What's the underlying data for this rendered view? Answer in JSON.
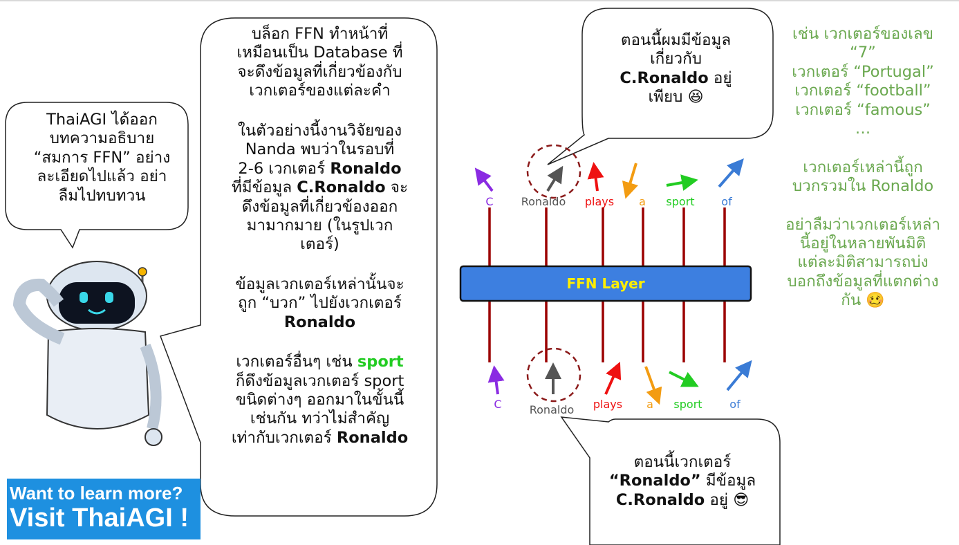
{
  "left_bubble": {
    "lines": [
      "ThaiAGI ได้ออก",
      "บทความอธิบาย",
      "“สมการ FFN” อย่าง",
      "ละเอียดไปแล้ว อย่า",
      "ลืมไปทบทวน"
    ]
  },
  "middle_bubble": {
    "p1": [
      "บล็อก FFN ทำหน้าที่",
      "เหมือนเป็น Database ที่",
      "จะดึงข้อมูลที่เกี่ยวข้องกับ",
      "เวกเตอร์ของแต่ละคำ"
    ],
    "p2": {
      "l1": "ในตัวอย่างนี้งานวิจัยของ",
      "l2": "Nanda พบว่าในรอบที่",
      "l3_pre": "2-6 เวกเตอร์ ",
      "l3_bold": "Ronaldo",
      "l4_pre": "ที่มีข้อมูล ",
      "l4_bold": "C.Ronaldo",
      "l4_post": " จะ",
      "l5": "ดึงข้อมูลที่เกี่ยวข้องออก",
      "l6": "มามากมาย (ในรูปเวก",
      "l7": "เตอร์)"
    },
    "p3": {
      "l1": "ข้อมูลเวกเตอร์เหล่านั้นจะ",
      "l2": "ถูก “บวก” ไปยังเวกเตอร์",
      "l3_bold": "Ronaldo"
    },
    "p4": {
      "l1_pre": "เวกเตอร์อื่นๆ เช่น ",
      "l1_sport": "sport",
      "l2": "ก็ดึงข้อมูลเวกเตอร์ sport",
      "l3": "ขนิดต่างๆ ออกมาในขั้นนี้",
      "l4": "เช่นกัน ทว่าไม่สำคัญ",
      "l5_pre": "เท่ากับเวกเตอร์ ",
      "l5_bold": "Ronaldo"
    }
  },
  "top_bubble": {
    "l1": "ตอนนี้ผมมีข้อมูล",
    "l2": "เกี่ยวกับ",
    "l3_bold": "C.Ronaldo",
    "l3_post": " อยู่",
    "l4": "เพียบ",
    "emoji": "😆"
  },
  "bottom_bubble": {
    "l1": "ตอนนี้เวกเตอร์",
    "l2_bold": "“Ronaldo”",
    "l2_post": " มีข้อมูล",
    "l3_bold": "C.Ronaldo",
    "l3_post": " อยู่",
    "emoji": "😎"
  },
  "right_notes": {
    "p1": [
      "เช่น เวกเตอร์ของเลข",
      "“7”",
      "เวกเตอร์ “Portugal”",
      "เวกเตอร์ “football”",
      "เวกเตอร์ “famous”",
      "…"
    ],
    "p2": [
      "เวกเตอร์เหล่านี้ถูก",
      "บวกรวมใน Ronaldo"
    ],
    "p3": [
      "อย่าลืมว่าเวกเตอร์เหล่า",
      "นี้อยู่ในหลายพันมิติ",
      "แต่ละมิติสามารถบ่ง",
      "บอกถึงข้อมูลที่แตกต่าง",
      "กัน"
    ],
    "p3_emoji": "🥴"
  },
  "ffn_label": "FFN Layer",
  "tokens_top": [
    {
      "label": "C",
      "color": "#8a2be2"
    },
    {
      "label": "Ronaldo",
      "color": "#555555"
    },
    {
      "label": "plays",
      "color": "#ee1111"
    },
    {
      "label": "a",
      "color": "#f39c12"
    },
    {
      "label": "sport",
      "color": "#22cc22"
    },
    {
      "label": "of",
      "color": "#3a7bd5"
    }
  ],
  "tokens_bottom": [
    {
      "label": "C",
      "color": "#8a2be2"
    },
    {
      "label": "Ronaldo",
      "color": "#555555"
    },
    {
      "label": "plays",
      "color": "#ee1111"
    },
    {
      "label": "a",
      "color": "#f39c12"
    },
    {
      "label": "sport",
      "color": "#22cc22"
    },
    {
      "label": "of",
      "color": "#3a7bd5"
    }
  ],
  "cta": {
    "line1": "Want to learn more?",
    "line2": "Visit ThaiAGI !"
  },
  "colors": {
    "ffn_fill": "#3d7fe0",
    "vector_line": "#9b0000",
    "note_green": "#6aa84f",
    "cta_bg": "#1e90e0"
  }
}
